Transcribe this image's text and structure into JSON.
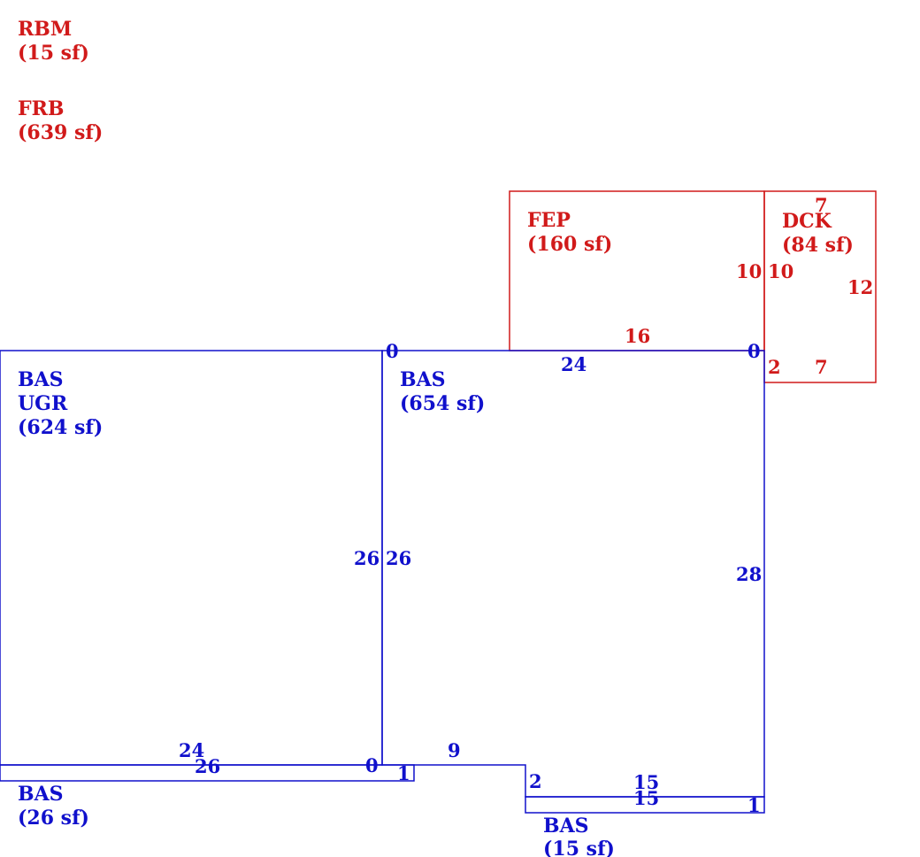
{
  "colors": {
    "existing": "#1010cc",
    "addition": "#d11a1a"
  },
  "areas": {
    "rbm": {
      "code": "RBM",
      "area": "(15 sf)"
    },
    "frb": {
      "code": "FRB",
      "area": "(639 sf)"
    },
    "fep": {
      "code": "FEP",
      "area": "(160 sf)"
    },
    "dck": {
      "code": "DCK",
      "area": "(84 sf)"
    },
    "bas_ugr": {
      "code": "BAS",
      "sub": "UGR",
      "area": "(624 sf)"
    },
    "bas_main": {
      "code": "BAS",
      "area": "(654 sf)"
    },
    "bas_26": {
      "code": "BAS",
      "area": "(26 sf)"
    },
    "bas_15": {
      "code": "BAS",
      "area": "(15 sf)"
    }
  },
  "dims": {
    "fep_right": "10",
    "fep_bottom": "16",
    "dck_top": "7",
    "dck_left": "10",
    "dck_right": "12",
    "dck_bottom": "7",
    "dck_corner": "2",
    "ugr_top_zero": "0",
    "ugr_right": "26",
    "ugr_bottom": "24",
    "ugr_corner_zero": "0",
    "main_top": "24",
    "main_corner_zero": "0",
    "main_left": "26",
    "main_right": "28",
    "main_bottom_left": "9",
    "main_step": "2",
    "main_bottom_right": "15",
    "strip26_width": "26",
    "strip26_height": "1",
    "strip15_width": "15",
    "strip15_height": "1"
  }
}
